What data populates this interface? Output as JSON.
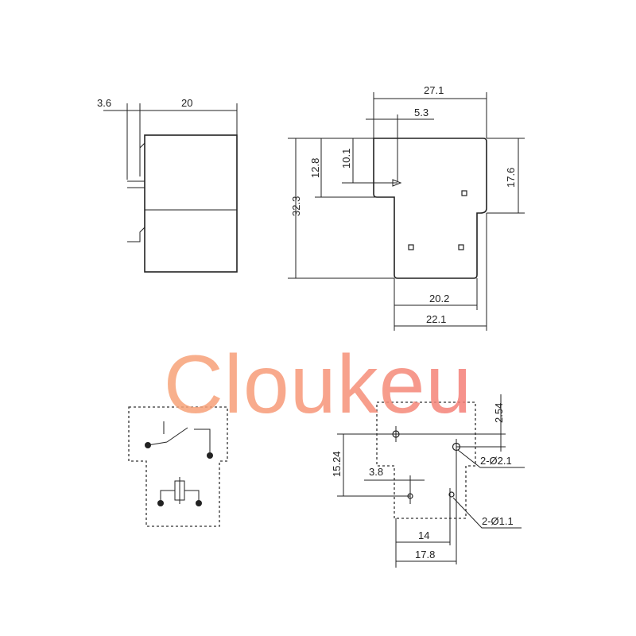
{
  "watermark": {
    "text": "Cloukeu"
  },
  "side_view": {
    "dim_pin_offset": "3.6",
    "dim_width": "20"
  },
  "top_view": {
    "dim_total_width": "27.1",
    "dim_pin_offset": "5.3",
    "dim_height": "32.3",
    "dim_upper_height": "12.8",
    "dim_pin_height": "10.1",
    "dim_right_height": "17.6",
    "dim_lower_width": "20.2",
    "dim_base_width": "22.1"
  },
  "pcb_layout": {
    "dim_top_pitch": "2.54",
    "dim_vertical": "15.24",
    "dim_small_offset": "3.8",
    "dim_hole_large": "2-Ø2.1",
    "dim_hole_small": "2-Ø1.1",
    "dim_pitch_14": "14",
    "dim_pitch_17_8": "17.8"
  }
}
